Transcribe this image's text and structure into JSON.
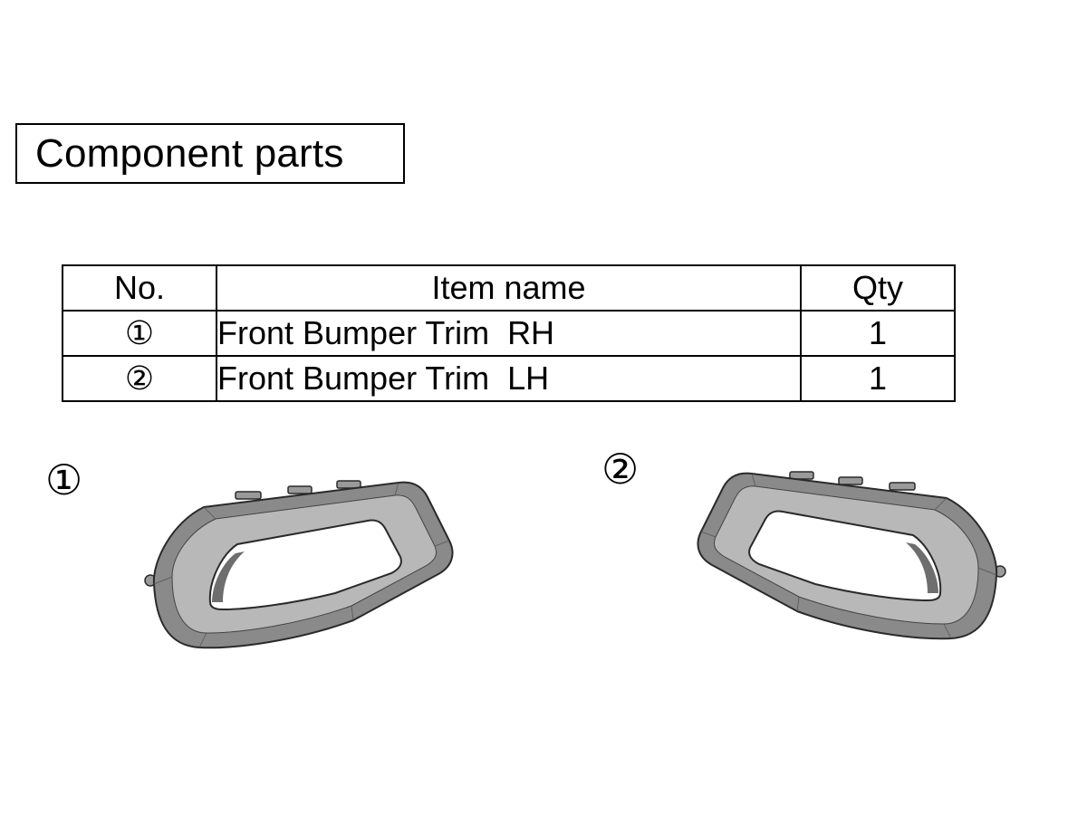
{
  "header": {
    "title": "Component parts"
  },
  "table": {
    "headers": {
      "no": "No.",
      "item_name": "Item name",
      "qty": "Qty"
    },
    "rows": [
      {
        "no": "①",
        "item_name": "Front Bumper Trim  RH",
        "qty": "1"
      },
      {
        "no": "②",
        "item_name": "Front Bumper Trim  LH",
        "qty": "1"
      }
    ]
  },
  "figures": {
    "callout_1": "①",
    "callout_2": "②"
  },
  "colors": {
    "part_fill": "#8a8a8a",
    "part_highlight": "#c4c4c4",
    "part_stroke": "#2a2a2a"
  }
}
